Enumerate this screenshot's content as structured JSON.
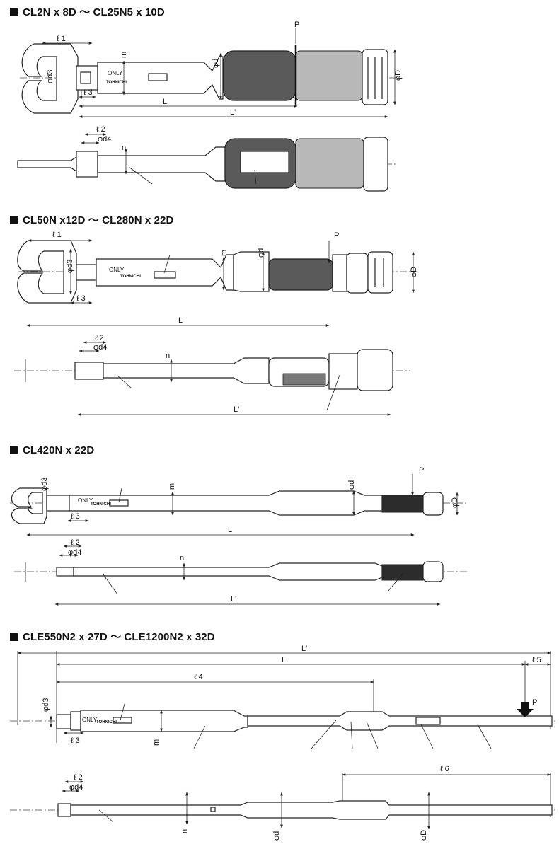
{
  "sections": [
    {
      "title": "CL2N x 8D ～ CL25N5 x 10D",
      "side_labels": {
        "l1": "ℓ 1",
        "m": "m",
        "phi_d": "φd",
        "phi_d3": "φd3",
        "P": "P",
        "phi_D": "φD",
        "l3": "ℓ 3",
        "L": "L",
        "L_prime": "L'"
      },
      "top_labels": {
        "l2": "ℓ 2",
        "phi_d4": "φd4",
        "n": "n"
      },
      "print": {
        "only": "ONLY",
        "brand": "TOHNICHI"
      }
    },
    {
      "title": "CL50N x12D ～ CL280N x 22D",
      "side_labels": {
        "l1": "ℓ 1",
        "phi_d3": "φd3",
        "m": "m",
        "phi_d": "φd",
        "P": "P",
        "phi_D": "φD",
        "l3": "ℓ 3",
        "L": "L"
      },
      "top_labels": {
        "l2": "ℓ 2",
        "phi_d4": "φd4",
        "n": "n",
        "L_prime": "L'"
      },
      "print": {
        "only": "ONLY",
        "brand": "TOHNICHI"
      }
    },
    {
      "title": "CL420N x 22D",
      "side_labels": {
        "phi_d3": "φd3",
        "m": "m",
        "phi_d": "φd",
        "P": "P",
        "phi_D": "φD",
        "l3": "ℓ 3",
        "L": "L"
      },
      "top_labels": {
        "l2": "ℓ 2",
        "phi_d4": "φd4",
        "n": "n",
        "L_prime": "L'"
      },
      "print": {
        "only": "ONLY",
        "brand": "TOHNICHI"
      }
    },
    {
      "title": "CLE550N2 x 27D ～ CLE1200N2 x 32D",
      "side_labels": {
        "L_prime": "L'",
        "L": "L",
        "l5": "ℓ 5",
        "l4": "ℓ 4",
        "phi_d3": "φd3",
        "P": "P",
        "m": "m",
        "l3": "ℓ 3"
      },
      "top_labels": {
        "l6": "ℓ 6",
        "l2": "ℓ 2",
        "phi_d4": "φd4",
        "n": "n",
        "phi_d": "φd",
        "phi_D": "φD"
      },
      "print": {
        "only": "ONLY",
        "brand": "TOHNICHI"
      }
    }
  ]
}
